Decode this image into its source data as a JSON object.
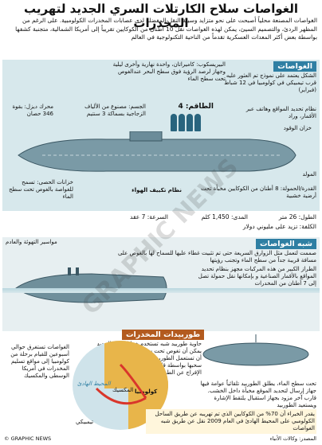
{
  "title": "الغواصات سلاح الكارتلات السري الجديد لتهريب المخدرات",
  "intro": "الغواصات المصنعة محلياً أصبحت على نحو متزايد وسيلة النقل المفضلة لدى عصابات المخدرات الكولومبية. على الرغم من المظهر الردئ، والتصميم السيئ، يمكن لهذه الغواصات نقل 10 أطنان من الكوكايين تقريباً إلى أمريكا الشمالية، متجنبة كشفها بواسطة بعض أكثر المعدات العسكرية تقدماً من الناحية التكنولوجية في العالم",
  "submarine": {
    "header": "الغواصات",
    "found_note": "الشكل يعتمد على نموذج تم العثور عليه قرب تيمبيكي في كولومبيا في 12 شباط (فبراير)",
    "periscope": "البيريسكوب: كاميراتان، واحدة نهارية وأخرى ليلية وجهاز لرصد الرؤية فوق سطح البحر عندالغوص تحت سطح الماء",
    "body": "الجسم: مصنوع من الألياف الزجاجية بسماكة 3 سنتيم",
    "crew": "الطاقم: 4",
    "nav": "نظام تحديد المواقع وهاتف عبر الأقمار، وراد",
    "fuel": "خزان الوقود",
    "engine": "محرك ديزل: بقوة 346 حصان",
    "ballast": "خزانات الحصى: تسمح للغواصة بالغوص تحت سطح الماء",
    "ac": "نظام تكييف الهواء",
    "generator": "المولد",
    "capacity": "القدرة/الحمولة: 8 أطنان من الكوكايين مخبأة تحت أرضية خشبية"
  },
  "stats": {
    "length": "الطول: 26 متر",
    "range": "المدى: 1,450 كلم",
    "speed": "السرعة: 7 عقد",
    "cost": "الكلفة: تزيد على مليوني دولار"
  },
  "semi": {
    "header": "شبه الغواصات",
    "desc": "صممت لتعمل مثل الزوارق السريعة حتى تم تثبيت غطاء عليها للسماح لها بالغوص على مسافة قريبة جداً من سطح الماء وتجنب رؤيتها",
    "pipes": "مواسير التهوئة والعادم",
    "model": "الطراز الكبير من هذه المركبات مجهز بنظام تحديد المواقع بالأقمار الصناعية و بإمكانها نقل حمولة تصل إلى 7 أطنان من المخدرات"
  },
  "torpedo": {
    "header": "طوربيدات المخدرات",
    "desc": "حاوية طوربيد شبه تستخدم خزانات من الحديد يمكن أن تغوص تحت سطح الماء. من الممكن أن تستعمل الطوربيدات على عمق 30 متراً خلال سحبها بواسطة قارب. عند انتهاء الرحلة، يتم الإفراج عن الطوربيد",
    "release": "تحت سطح الماء، يطلق الطوربيد تلقائياً عوامة فيها جهاز إرسال لتحديد الموقع مخبأة داخل الخشب. قارب آخر مزود بجهاز استقبال يلتقط الإشارة ويستعيد الطوربيد",
    "route_note": "الغواصات تستغرق حوالي أسبوعين للقيام برحلة من كولومبيا إلى مواقع تسليم المخدرات في أمريكا الوسطى والمكسيك",
    "estimate": "يقدر الخبراء أن 70% من الكوكايين الذي تم تهريبه عن طريق الساحل الكولومبي على المحيط الهادئ في العام 2009 نقل عن طريق شبه الغواصات"
  },
  "map": {
    "mexico": "المكسيك",
    "colombia": "كولومبيا",
    "pacific": "المحيط الهادئ",
    "tumaco": "تيمبيكي"
  },
  "footer": {
    "source": "المصدر: وكالات الأنباء",
    "brand": "© GRAPHIC NEWS",
    "watermark": "GRAPHIC NEWS"
  },
  "colors": {
    "accent": "#2f7fa3",
    "hull": "#7a9aa6",
    "map_land": "#e8b54a",
    "route": "#d9362b"
  }
}
